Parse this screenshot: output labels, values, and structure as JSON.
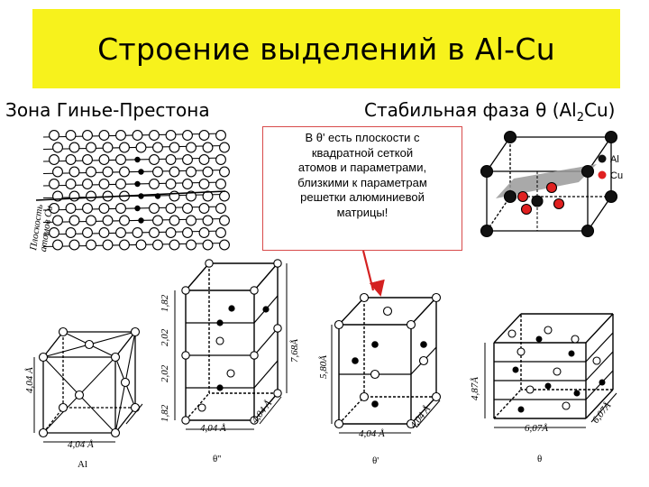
{
  "title": "Строение выделений в Al-Cu",
  "left_heading": "Зона Гинье-Престона",
  "right_heading": {
    "prefix": "Стабильная фаза θ (Al",
    "sub": "2",
    "suffix": "Cu)"
  },
  "callout": {
    "lines": [
      "В θ' есть плоскости с",
      "квадратной сеткой",
      "атомов и параметрами,",
      "близкими к параметрам",
      "решетки алюминиевой",
      "матрицы!"
    ]
  },
  "gp_zone_label": [
    "Плоскость",
    "атомов Cu"
  ],
  "legend": {
    "al": "Al",
    "cu": "Cu"
  },
  "colors": {
    "title_bg": "#f7f21c",
    "callout_border": "#d84a4a",
    "cu": "#e02020",
    "arrow": "#d42020"
  },
  "cells": {
    "al": {
      "name": "Al",
      "height": "4,04 Å",
      "width": "4,04 Å"
    },
    "theta_dprime": {
      "name": "θ''",
      "height": "7,68Å",
      "segments": [
        "1,82",
        "2,02",
        "2,02",
        "1,82"
      ],
      "width": "4,04 Å",
      "depth": "4,04 Å"
    },
    "theta_prime": {
      "name": "θ'",
      "height": "5,80Å",
      "width": "4,04 Å",
      "depth": "4,04 Å"
    },
    "theta": {
      "name": "θ",
      "height": "4,87Å",
      "width": "6,07Å",
      "depth": "6,07Å"
    }
  }
}
